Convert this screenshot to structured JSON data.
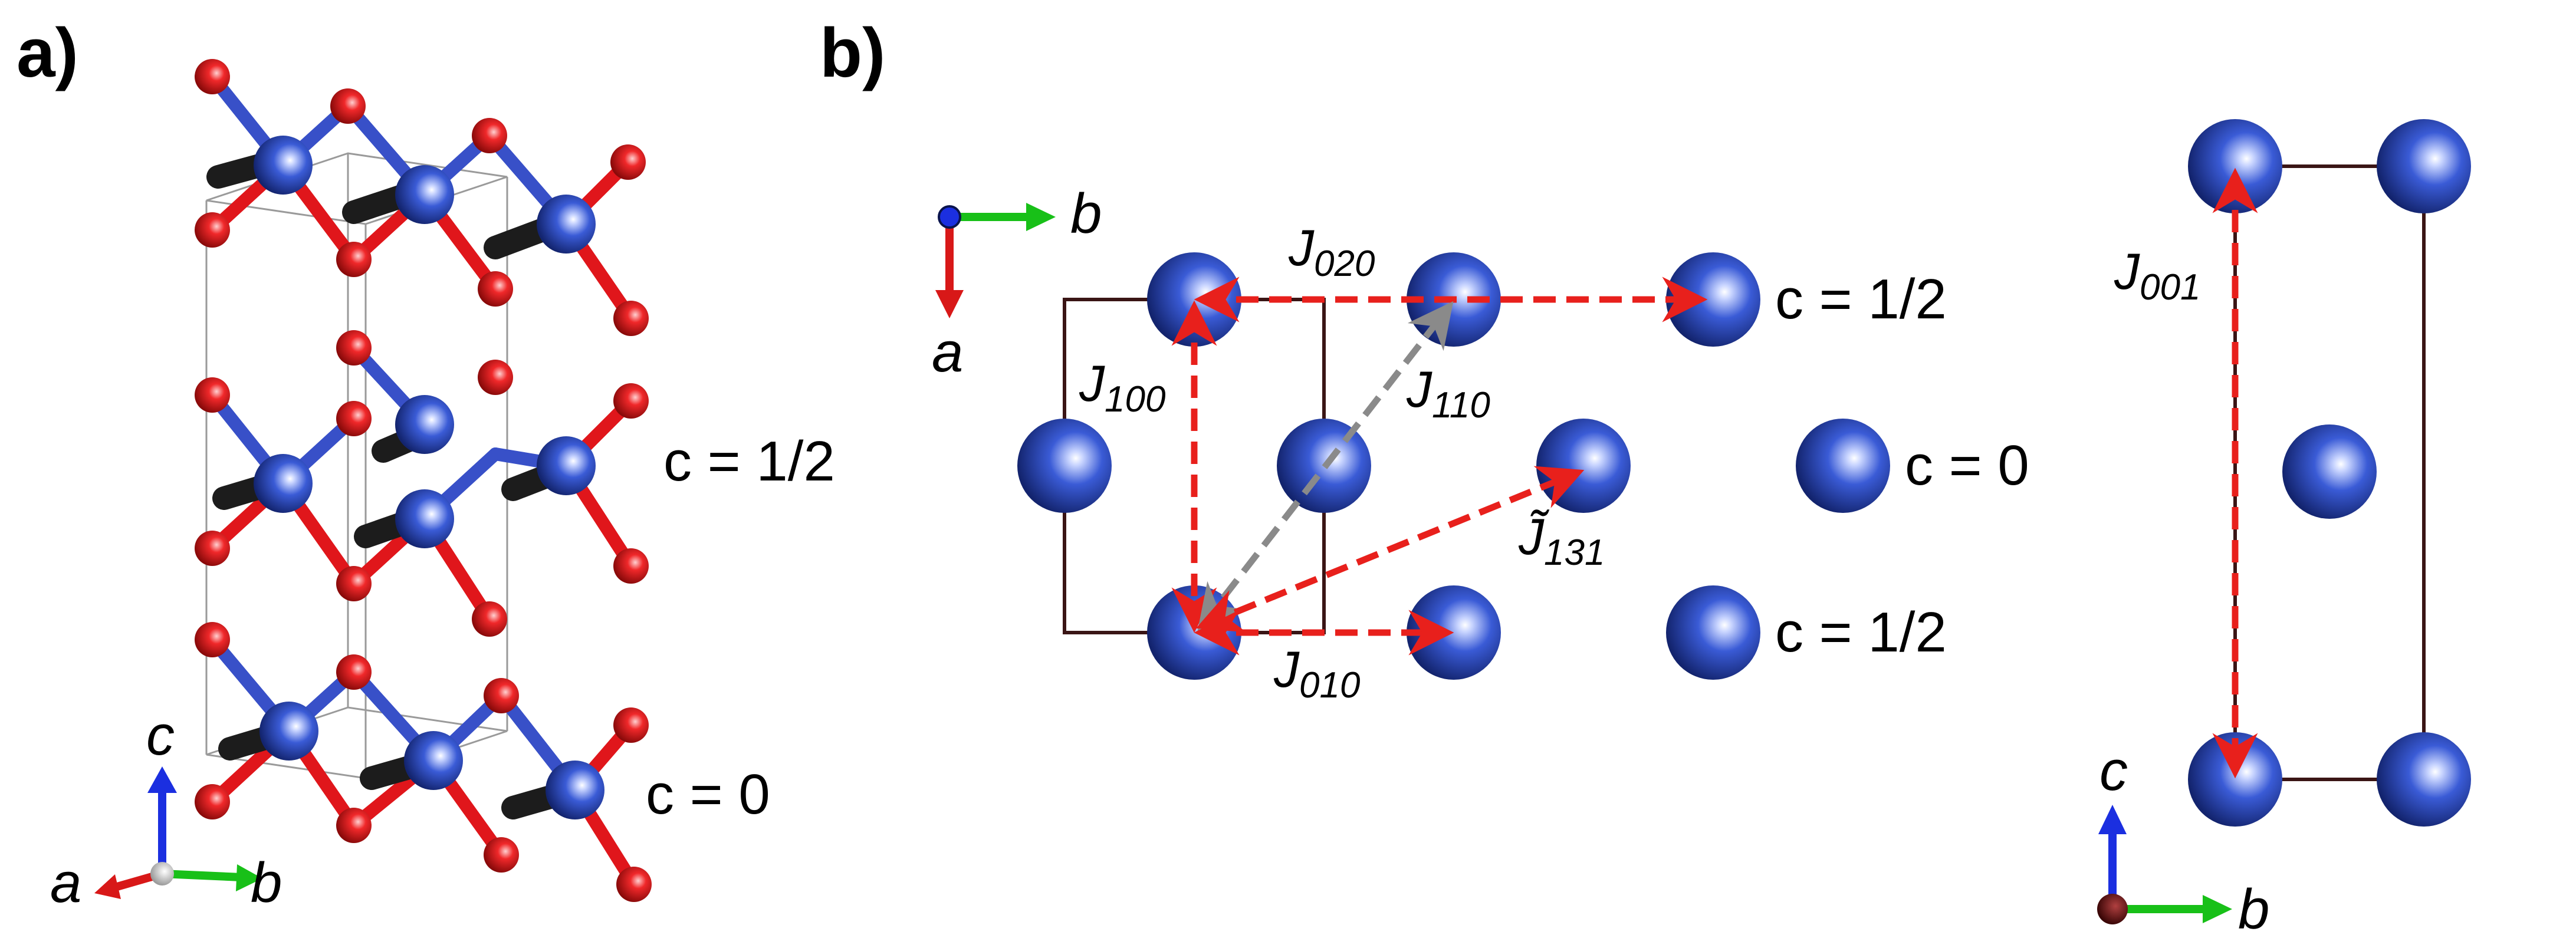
{
  "panel_a": {
    "label": "a)",
    "layer_labels": [
      "c = 1/2",
      "c = 0"
    ],
    "axes": {
      "c": "c",
      "a": "a",
      "b": "b"
    },
    "colors": {
      "metal": "#2f4fc4",
      "oxygen": "#e0161b",
      "spin": "#1a1a1a",
      "cell": "#9a9a9a"
    }
  },
  "panel_b": {
    "label": "b)",
    "axes": {
      "b": "b",
      "a": "a"
    },
    "layer_labels": [
      "c = 1/2",
      "c = 0",
      "c = 1/2"
    ],
    "couplings": [
      {
        "main": "J",
        "sub": "020"
      },
      {
        "main": "J",
        "sub": "100"
      },
      {
        "main": "J",
        "sub": "110"
      },
      {
        "main": "J̃",
        "sub": "131"
      },
      {
        "main": "J",
        "sub": "010"
      }
    ],
    "colors": {
      "arrow_red": "#e8201c",
      "arrow_gray": "#8a8a8a",
      "cell": "#3a1515"
    }
  },
  "panel_c": {
    "axes": {
      "c": "c",
      "b": "b"
    },
    "couplings": [
      {
        "main": "J",
        "sub": "001"
      }
    ]
  }
}
